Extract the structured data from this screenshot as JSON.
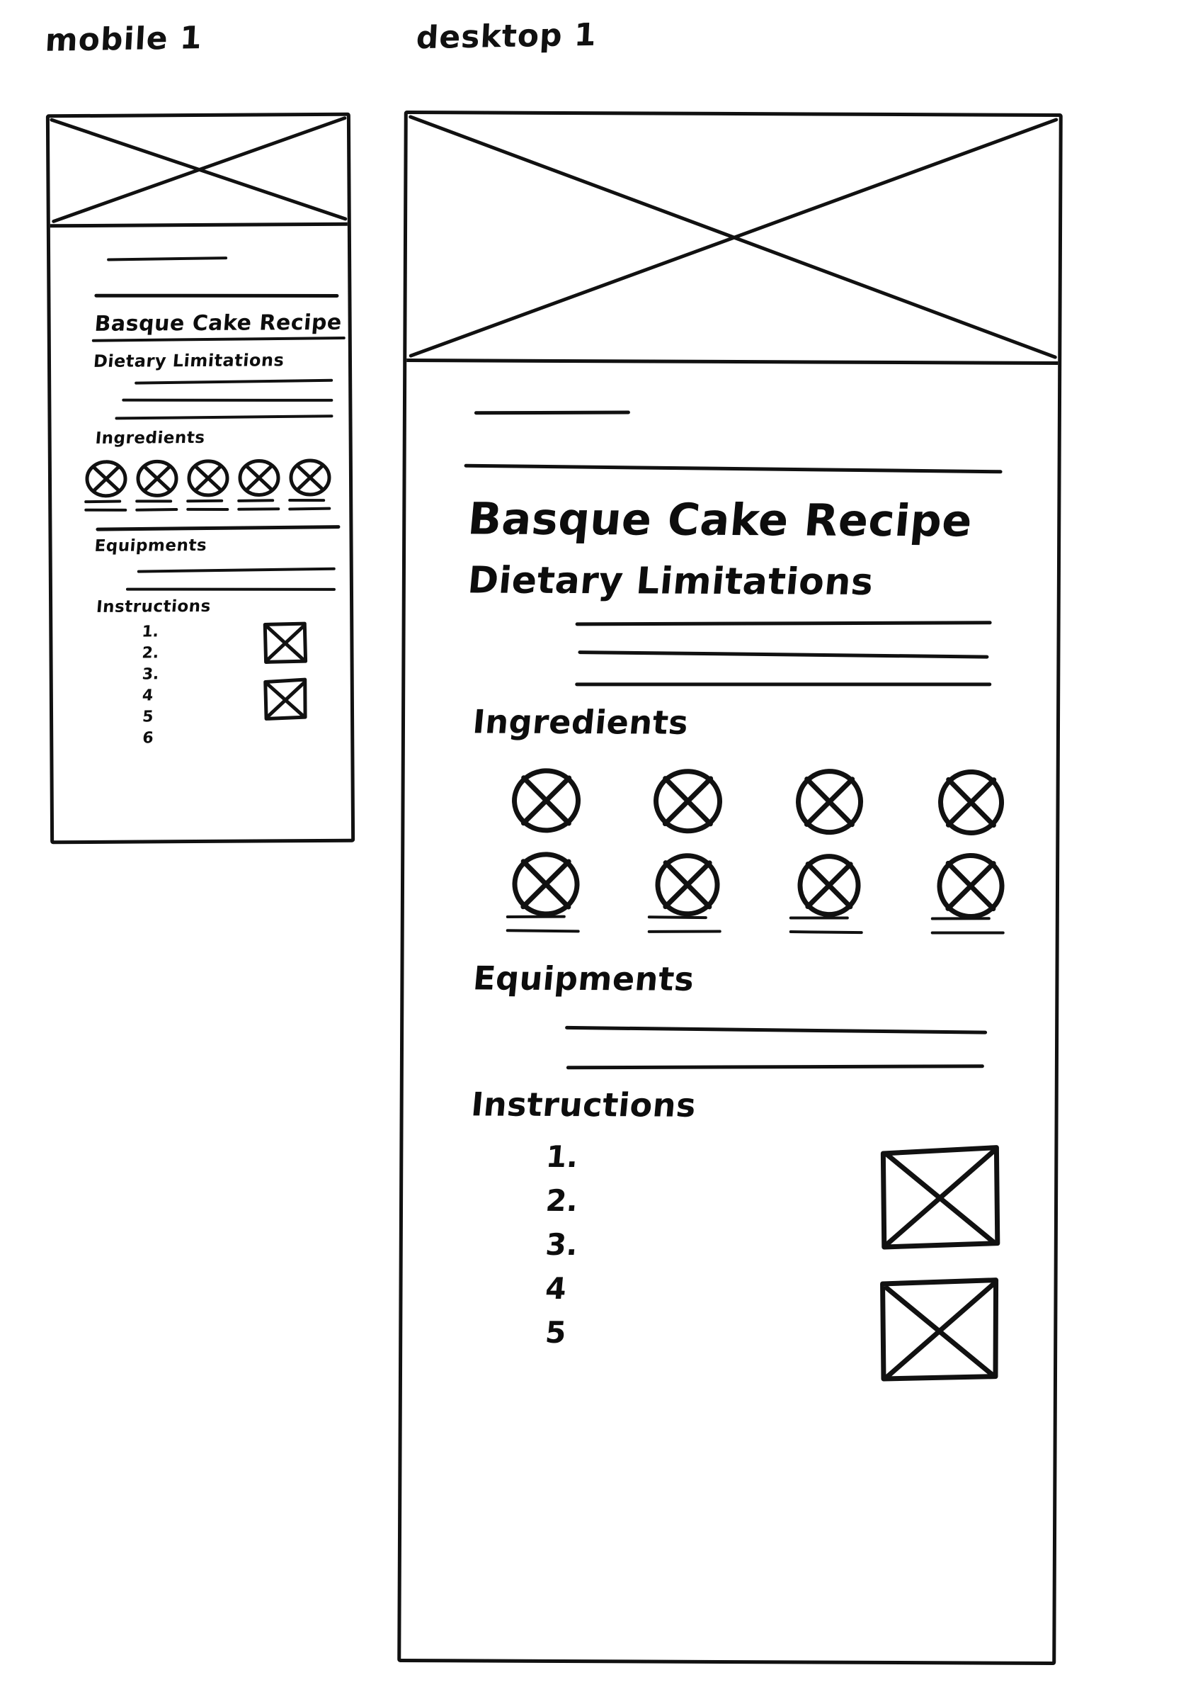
{
  "page": {
    "kind": "wireframe-sketch",
    "ink_color": "#111111",
    "paper_color": "#ffffff"
  },
  "frames": [
    {
      "id": "mobile",
      "label": "mobile 1"
    },
    {
      "id": "desktop",
      "label": "desktop 1"
    }
  ],
  "mobile": {
    "label": "mobile 1",
    "hero": {
      "icon": "image-placeholder-x"
    },
    "title": "Basque Cake Recipe",
    "subtitle": "Dietary Limitations",
    "sections": {
      "ingredients_heading": "Ingredients",
      "equipments_heading": "Equipments",
      "instructions_heading": "Instructions"
    },
    "ingredient_tiles": 5,
    "instruction_steps": [
      "1.",
      "2.",
      "3.",
      "4",
      "5",
      "6"
    ],
    "instruction_media_boxes": 2
  },
  "desktop": {
    "label": "desktop 1",
    "hero": {
      "icon": "image-placeholder-x"
    },
    "title": "Basque Cake Recipe",
    "subtitle": "Dietary Limitations",
    "sections": {
      "ingredients_heading": "Ingredients",
      "equipments_heading": "Equipments",
      "instructions_heading": "Instructions"
    },
    "ingredient_tiles": 8,
    "instruction_steps": [
      "1.",
      "2.",
      "3.",
      "4",
      "5"
    ],
    "instruction_media_boxes": 2
  },
  "icons": {
    "image_placeholder": "image-placeholder-x-icon",
    "ingredient_tile": "circle-x-icon",
    "media_box": "square-x-icon",
    "text_line": "placeholder-rule"
  }
}
